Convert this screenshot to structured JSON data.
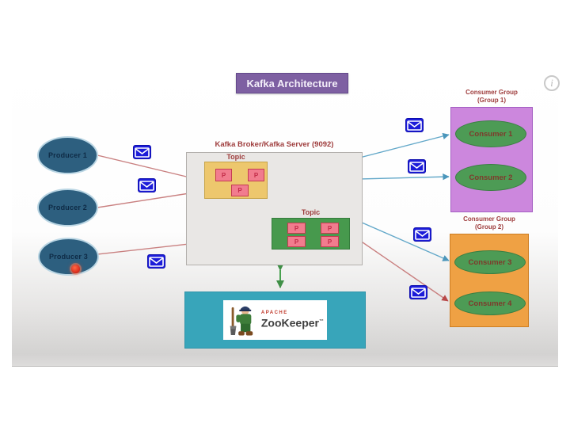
{
  "page": {
    "title_banner": "Kafka Architecture",
    "info_icon_glyph": "i"
  },
  "producers": [
    {
      "label": "Producer 1"
    },
    {
      "label": "Producer 2"
    },
    {
      "label": "Producer 3"
    }
  ],
  "broker": {
    "title": "Kafka Broker/Kafka Server (9092)",
    "topics": [
      {
        "label": "Topic",
        "partitions": [
          {
            "label": "P"
          },
          {
            "label": "P"
          },
          {
            "label": "P"
          }
        ]
      },
      {
        "label": "Topic",
        "partitions": [
          {
            "label": "P"
          },
          {
            "label": "P"
          },
          {
            "label": "P"
          },
          {
            "label": "P"
          }
        ]
      }
    ]
  },
  "consumer_groups": [
    {
      "title": "Consumer Group",
      "subtitle": "(Group 1)",
      "consumers": [
        {
          "label": "Consumer 1"
        },
        {
          "label": "Consumer 2"
        }
      ]
    },
    {
      "title": "Consumer Group",
      "subtitle": "(Group 2)",
      "consumers": [
        {
          "label": "Consumer 3"
        },
        {
          "label": "Consumer 4"
        }
      ]
    }
  ],
  "zookeeper": {
    "brand_top": "APACHE",
    "brand_name": "ZooKeeper",
    "trademark": "™"
  },
  "colors": {
    "banner": "#7e60a2",
    "producer_node": "#2d5f7f",
    "broker_bg": "#e9e7e5",
    "topic_1": "#edc76d",
    "topic_2": "#47994d",
    "partition": "#f17c8e",
    "group_1_bg": "#cc87dd",
    "group_2_bg": "#efa144",
    "consumer_node": "#4d9b55",
    "zookeeper_bg": "#38a5ba",
    "message_icon": "#1c1cd9",
    "producer_flow_line": "#c98080",
    "consumer_flow_line": "#63a8c9",
    "zookeeper_link": "#48a14f",
    "heading_text": "#9e3c3c"
  }
}
